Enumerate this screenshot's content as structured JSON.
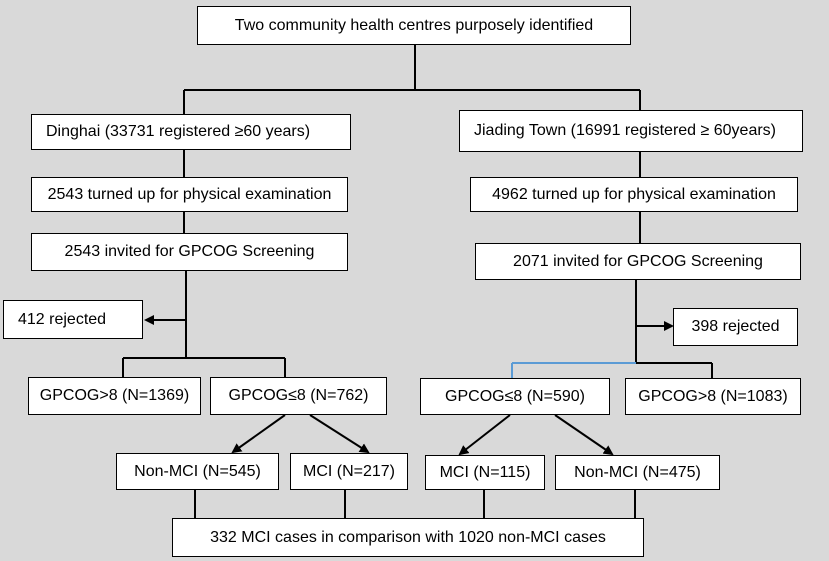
{
  "colors": {
    "background": "#d9d9d9",
    "box_fill": "#ffffff",
    "line": "#000000",
    "accent_line": "#5b9bd5"
  },
  "nodes": {
    "root": "Two community health centres purposely identified",
    "dinghai": "Dinghai (33731 registered ≥60 years)",
    "jiading": "Jiading Town (16991 registered ≥ 60years)",
    "left_exam": "2543 turned up for physical examination",
    "right_exam": "4962 turned up for physical examination",
    "left_invited": "2543 invited for GPCOG Screening",
    "right_invited": "2071 invited for GPCOG Screening",
    "left_rejected": "412 rejected",
    "right_rejected": "398 rejected",
    "left_gpcog_high": "GPCOG>8 (N=1369)",
    "left_gpcog_low": "GPCOG≤8 (N=762)",
    "right_gpcog_low": "GPCOG≤8 (N=590)",
    "right_gpcog_high": "GPCOG>8 (N=1083)",
    "left_nonmci": "Non-MCI (N=545)",
    "left_mci": "MCI (N=217)",
    "right_mci": "MCI (N=115)",
    "right_nonmci": "Non-MCI (N=475)",
    "summary": "332 MCI cases in comparison with 1020 non-MCI cases"
  }
}
